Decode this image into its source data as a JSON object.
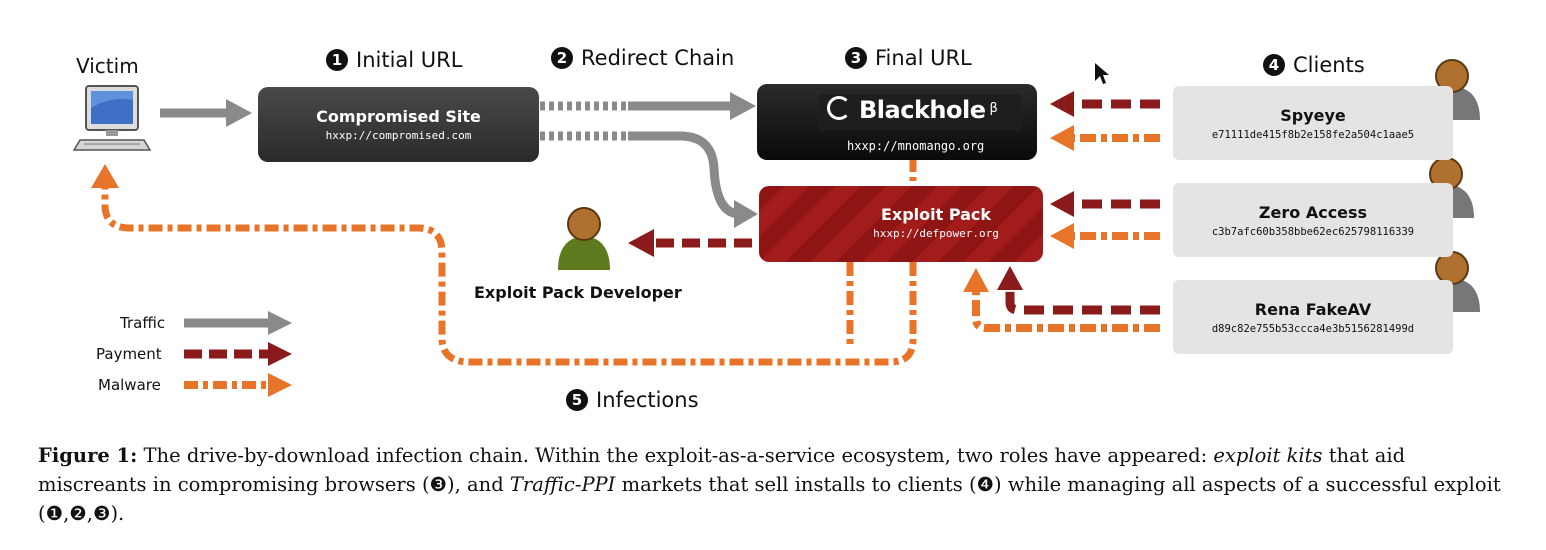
{
  "steps": {
    "victim": "Victim",
    "step1": {
      "num": "1",
      "label": "Initial URL"
    },
    "step2": {
      "num": "2",
      "label": "Redirect Chain"
    },
    "step3": {
      "num": "3",
      "label": "Final URL"
    },
    "step4": {
      "num": "4",
      "label": "Clients"
    },
    "step5": {
      "num": "5",
      "label": "Infections"
    }
  },
  "compromised_site": {
    "title": "Compromised Site",
    "url": "hxxp://compromised.com"
  },
  "blackhole": {
    "logo": "Blackhole",
    "superscript": "β",
    "url": "hxxp://mnomango.org"
  },
  "exploit_pack": {
    "title": "Exploit Pack",
    "url": "hxxp://defpower.org"
  },
  "developer": {
    "label": "Exploit Pack Developer"
  },
  "clients": [
    {
      "name": "Spyeye",
      "hash": "e71111de415f8b2e158fe2a504c1aae5"
    },
    {
      "name": "Zero Access",
      "hash": "c3b7afc60b358bbe62ec625798116339"
    },
    {
      "name": "Rena FakeAV",
      "hash": "d89c82e755b53ccca4e3b5156281499d"
    }
  ],
  "legend": {
    "traffic": "Traffic",
    "payment": "Payment",
    "malware": "Malware"
  },
  "colors": {
    "traffic": "#8a8a8a",
    "payment": "#8b1a1a",
    "malware": "#e8742a"
  },
  "caption": {
    "label": "Figure 1:",
    "t1": " The drive-by-download infection chain. Within the exploit-as-a-service ecosystem, two roles have appeared: ",
    "em1": "exploit kits",
    "t2": " that aid miscreants in compromising browsers (❸), and ",
    "em2": "Traffic-PPI",
    "t3": " markets that sell installs to clients (❹) while managing all aspects of a successful exploit (❶,❷,❸)."
  }
}
